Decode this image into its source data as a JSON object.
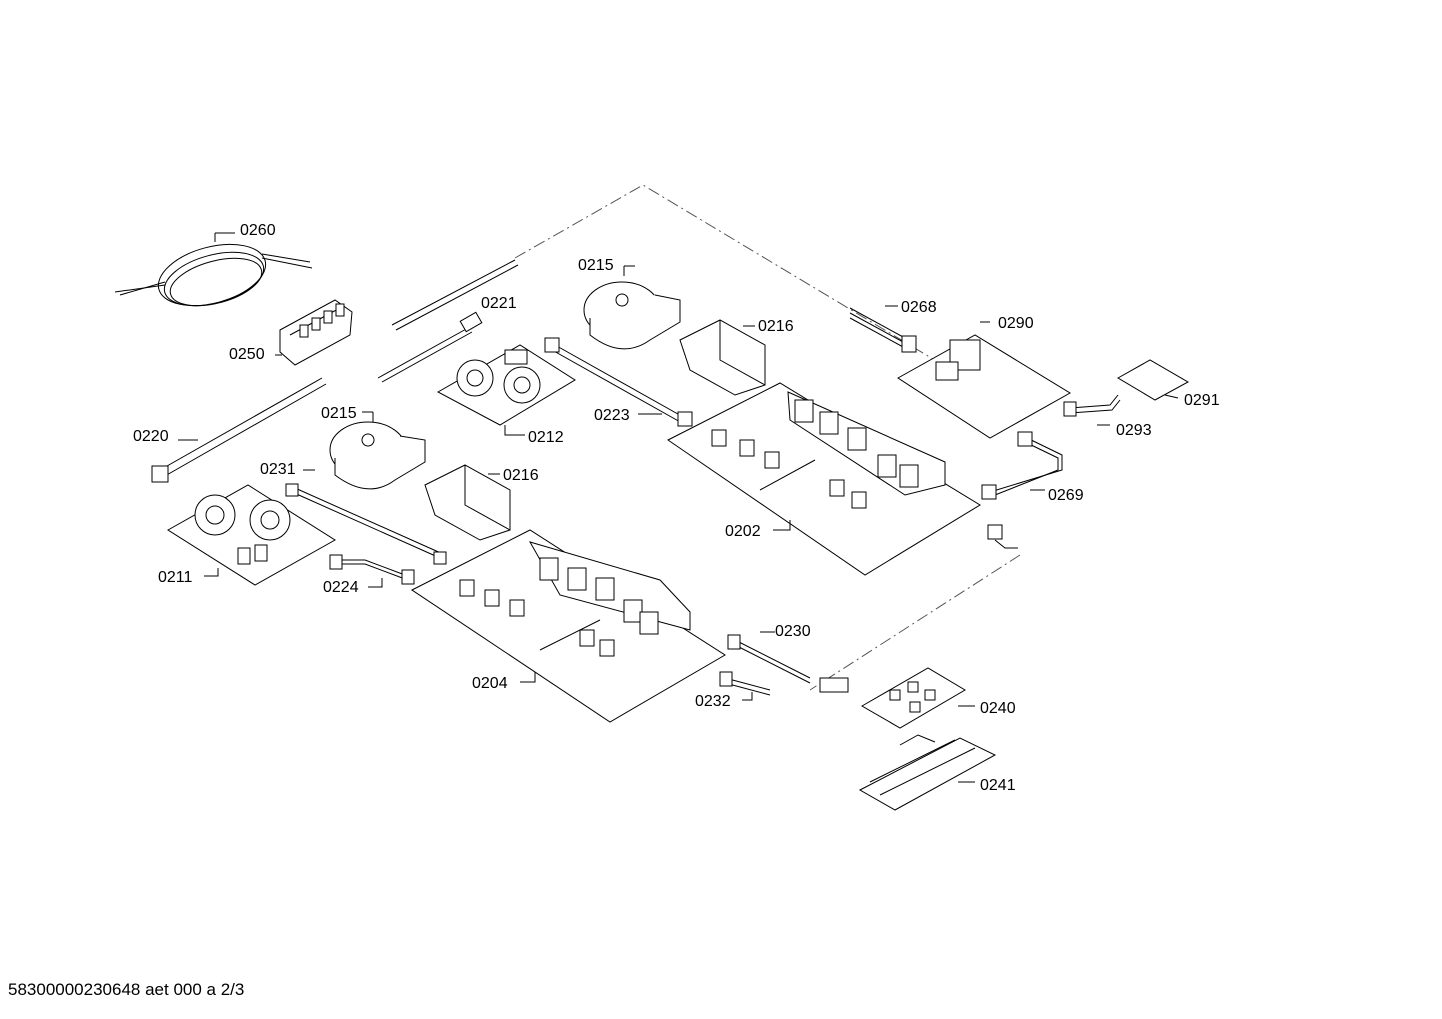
{
  "diagram": {
    "part_labels": {
      "p0260": "0260",
      "p0250": "0250",
      "p0220": "0220",
      "p0221": "0221",
      "p0215a": "0215",
      "p0215b": "0215",
      "p0216a": "0216",
      "p0216b": "0216",
      "p0212": "0212",
      "p0223": "0223",
      "p0231": "0231",
      "p0211": "0211",
      "p0224": "0224",
      "p0204": "0204",
      "p0202": "0202",
      "p0268": "0268",
      "p0290": "0290",
      "p0291": "0291",
      "p0293": "0293",
      "p0269": "0269",
      "p0230": "0230",
      "p0232": "0232",
      "p0240": "0240",
      "p0241": "0241"
    }
  },
  "footer": {
    "document_id": "58300000230648 aet 000 a 2/3"
  }
}
